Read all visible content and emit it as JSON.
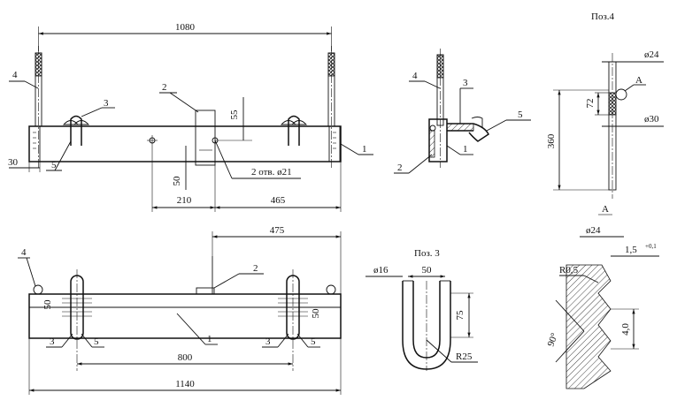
{
  "front_view": {
    "dims": {
      "overall_top": "1080",
      "left_end": "30",
      "hole_offset": "50",
      "left_span": "210",
      "right_span": "465",
      "hole_v": "55",
      "holes_note": "2 отв. ø21"
    },
    "callouts": {
      "c1": "1",
      "c2": "2",
      "c3": "3",
      "c4": "4",
      "c5": "5"
    }
  },
  "side_view": {
    "callouts": {
      "c1": "1",
      "c2": "2",
      "c3": "3",
      "c4": "4",
      "c5": "5"
    }
  },
  "plan_view": {
    "dims": {
      "offset_475": "475",
      "left_50": "50",
      "right_50": "50",
      "inner_800": "800",
      "overall_1140": "1140"
    },
    "callouts": {
      "c1": "1",
      "c2": "2",
      "c3a": "3",
      "c3b": "3",
      "c4": "4",
      "c5a": "5",
      "c5b": "5"
    }
  },
  "pos4": {
    "title": "Поз.4",
    "dims": {
      "d24": "ø24",
      "d30": "ø30",
      "h360": "360",
      "h72": "72"
    },
    "view_mark": "A"
  },
  "pos3": {
    "title": "Поз. 3",
    "dims": {
      "d16": "ø16",
      "w50": "50",
      "h75": "75",
      "r25": "R25"
    }
  },
  "detail_a": {
    "title": "A",
    "dims": {
      "d24": "ø24",
      "pitch": "1,5",
      "tol": "+0,1",
      "r05": "R0,5",
      "angle": "90°",
      "depth": "4,0"
    }
  }
}
